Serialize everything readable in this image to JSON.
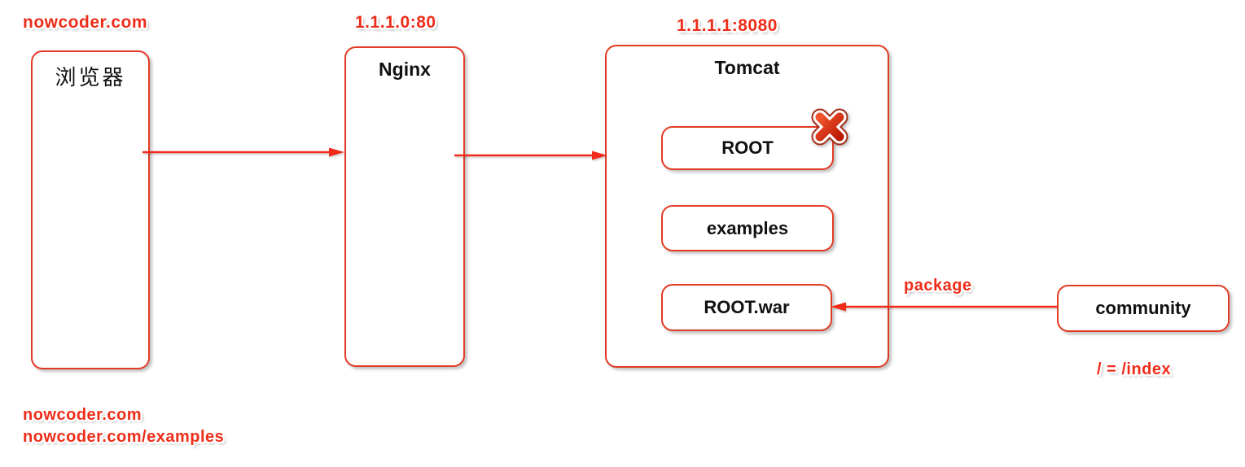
{
  "annotations": {
    "browser_url": "nowcoder.com",
    "nginx_address": "1.1.1.0:80",
    "tomcat_address": "1.1.1.1:8080",
    "package_label": "package",
    "index_note": "/ = /index",
    "bottom_url_1": "nowcoder.com",
    "bottom_url_2": "nowcoder.com/examples"
  },
  "nodes": {
    "browser": {
      "label": "浏览器"
    },
    "nginx": {
      "label": "Nginx"
    },
    "tomcat": {
      "label": "Tomcat"
    },
    "root": {
      "label": "ROOT"
    },
    "examples": {
      "label": "examples"
    },
    "root_war": {
      "label": "ROOT.war"
    },
    "community": {
      "label": "community"
    }
  },
  "icons": {
    "deleted_cross": "x-mark-icon"
  },
  "colors": {
    "accent_red": "#ee2d1a",
    "box_border_red": "#e23a24",
    "label_black": "#111111",
    "background": "#ffffff"
  }
}
